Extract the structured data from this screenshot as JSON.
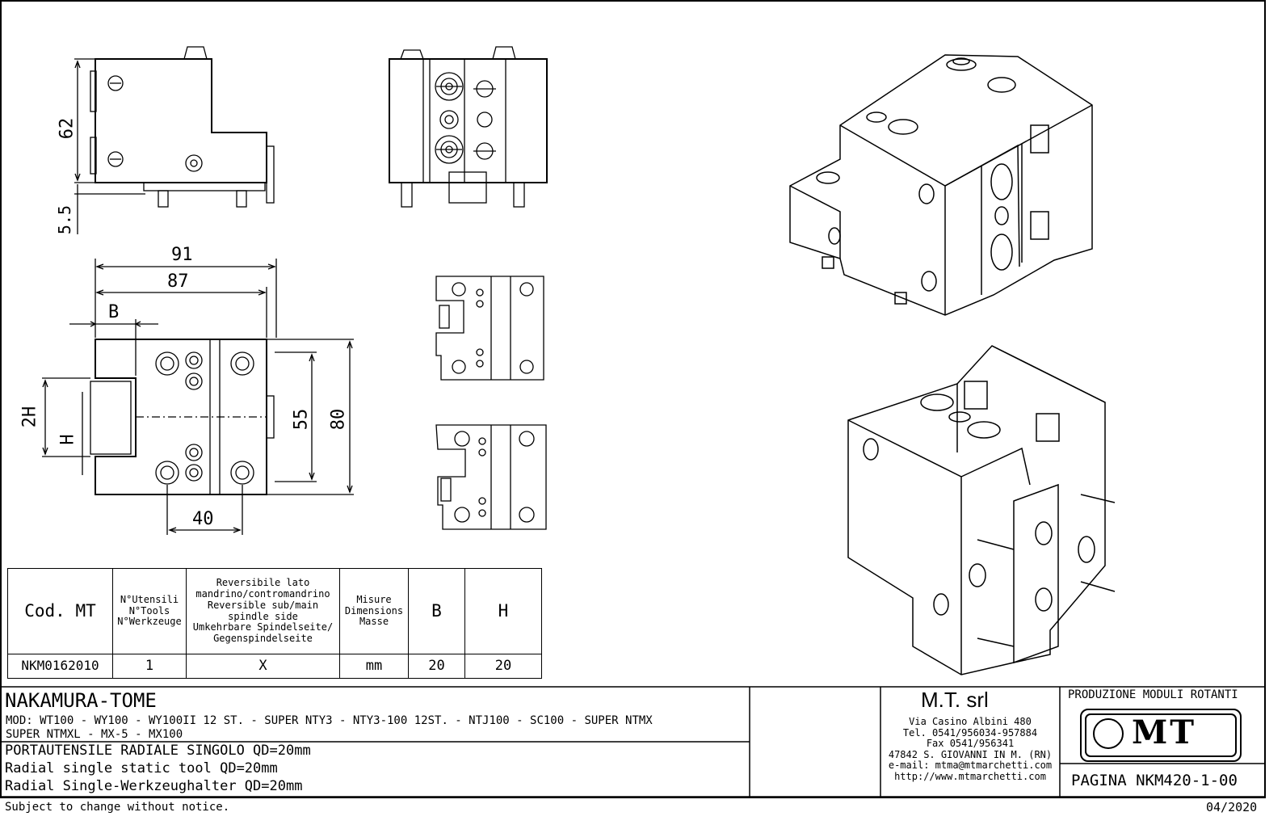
{
  "dimensions": {
    "d62": "62",
    "d5_5": "5.5",
    "d91": "91",
    "d87": "87",
    "dB": "B",
    "d2H": "2H",
    "dH": "H",
    "d55": "55",
    "d80": "80",
    "d40": "40"
  },
  "spec_table": {
    "headers": {
      "code": "Cod. MT",
      "tools": [
        "N°Utensili",
        "N°Tools",
        "N°Werkzeuge"
      ],
      "reversible": [
        "Reversibile lato",
        "mandrino/contromandrino",
        "Reversible sub/main",
        "spindle side",
        "Umkehrbare Spindelseite/",
        "Gegenspindelseite"
      ],
      "measures": [
        "Misure",
        "Dimensions",
        "Masse"
      ],
      "b": "B",
      "h": "H"
    },
    "row": {
      "code": "NKM0162010",
      "tools": "1",
      "reversible": "X",
      "measures": "mm",
      "b": "20",
      "h": "20"
    }
  },
  "title_block": {
    "brand": "NAKAMURA-TOME",
    "models_line1": "MOD: WT100 - WY100 - WY100II 12 ST. - SUPER NTY3 - NTY3-100 12ST. - NTJ100 - SC100 - SUPER NTMX",
    "models_line2": "SUPER NTMXL - MX-5 - MX100",
    "desc_it": "PORTAUTENSILE RADIALE SINGOLO QD=20mm",
    "desc_en": "Radial single static tool QD=20mm",
    "desc_de": "Radial Single-Werkzeughalter QD=20mm",
    "company": "M.T. srl",
    "address": [
      "Via Casino Albini 480",
      "Tel. 0541/956034-957884",
      "Fax 0541/956341",
      "47842 S. GIOVANNI IN M. (RN)",
      "e-mail: mtma@mtmarchetti.com",
      "http://www.mtmarchetti.com"
    ],
    "production": "PRODUZIONE MODULI ROTANTI",
    "logo_text": "MT",
    "page": "PAGINA NKM420-1-00"
  },
  "footer": {
    "notice": "Subject to change without notice.",
    "date": "04/2020"
  }
}
